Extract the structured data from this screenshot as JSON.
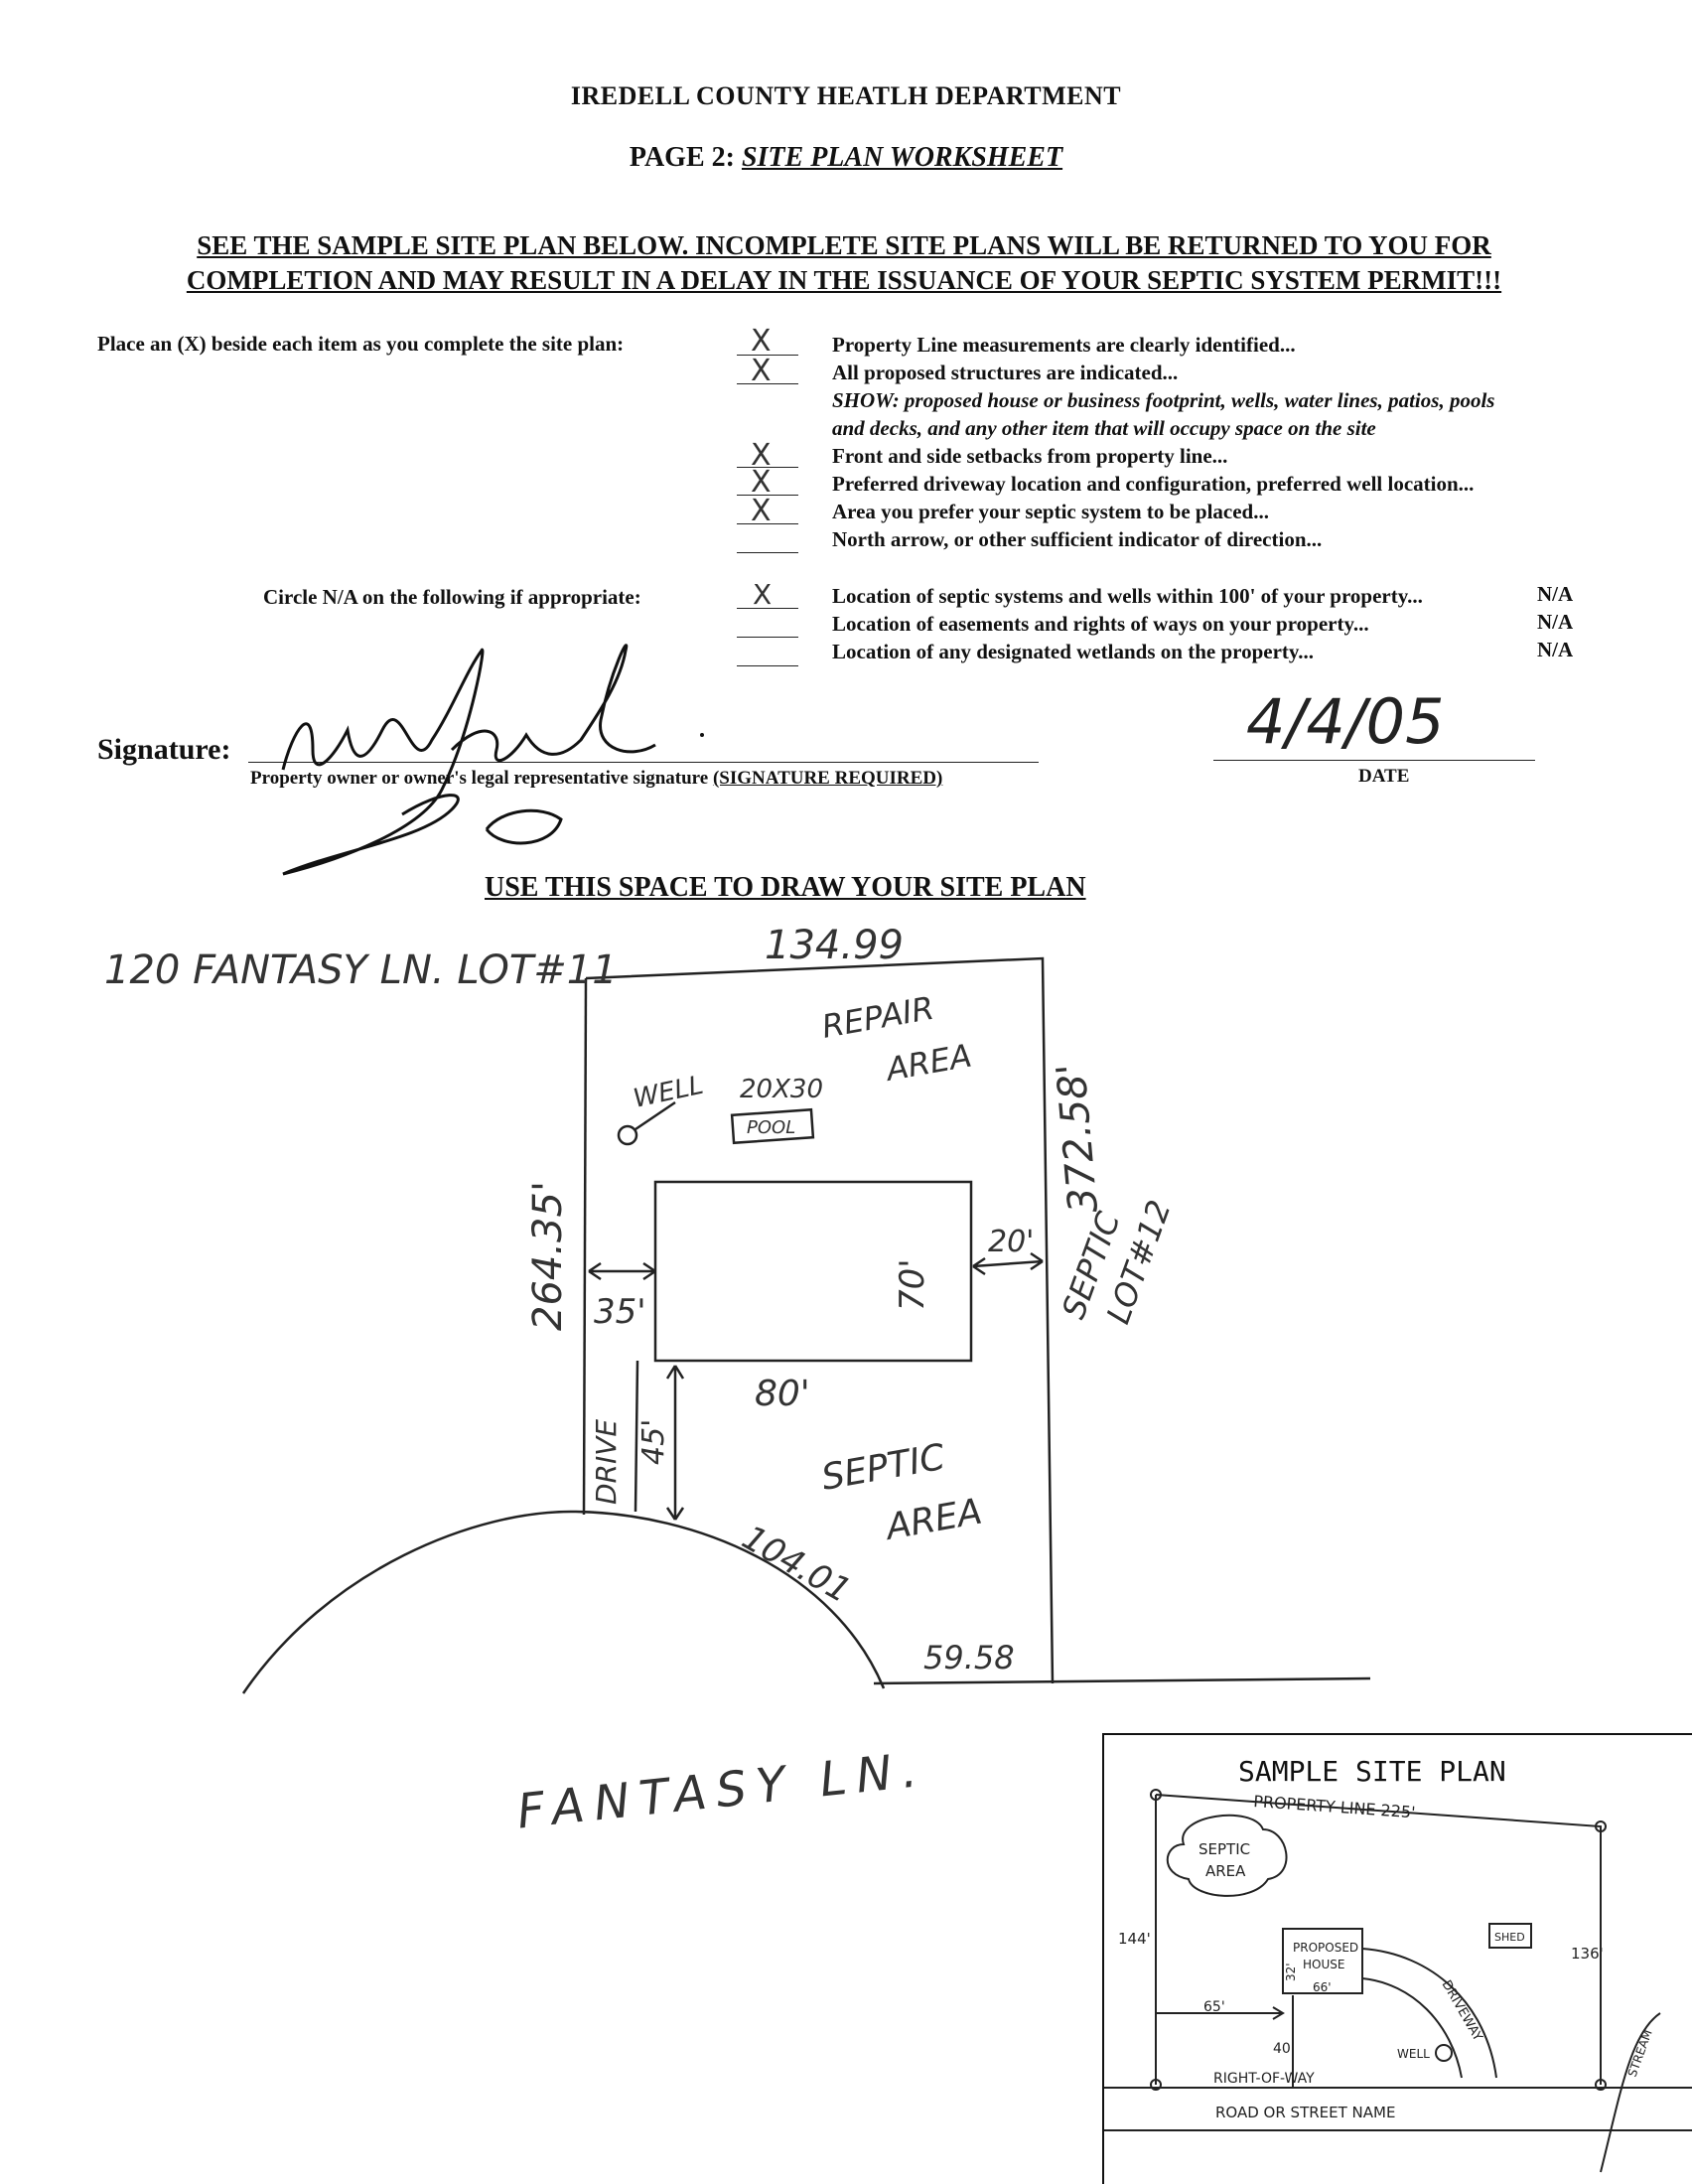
{
  "header": {
    "title": "IREDELL COUNTY HEATLH DEPARTMENT",
    "page_prefix": "PAGE 2:",
    "page_title": "SITE PLAN WORKSHEET",
    "warning_line1": "SEE THE SAMPLE SITE PLAN BELOW.  INCOMPLETE SITE PLANS WILL BE RETURNED TO YOU FOR",
    "warning_line2": "COMPLETION AND MAY RESULT IN A DELAY IN THE ISSUANCE OF YOUR SEPTIC SYSTEM PERMIT!!!"
  },
  "checklist": {
    "instruction": "Place an (X) beside each item as you complete the site plan:",
    "items": [
      {
        "text": "Property Line measurements are clearly identified...",
        "mark": "X"
      },
      {
        "text": "All proposed structures are indicated...",
        "mark": "X"
      },
      {
        "text": "SHOW: proposed house or business footprint, wells, water lines, patios, pools",
        "mark": ""
      },
      {
        "text": "and decks, and any other item that will occupy space on the site",
        "mark": ""
      },
      {
        "text": "Front and side setbacks from property line...",
        "mark": "X"
      },
      {
        "text": "Preferred driveway location and configuration, preferred well location...",
        "mark": "X"
      },
      {
        "text": "Area you prefer your septic system to be placed...",
        "mark": "X"
      },
      {
        "text": "North arrow, or other sufficient indicator of direction...",
        "mark": ""
      }
    ],
    "na_instruction": "Circle N/A on the following if appropriate:",
    "na_items": [
      {
        "text": "Location of septic systems and wells within 100' of your property...",
        "na": "N/A",
        "mark": "X"
      },
      {
        "text": "Location of easements and rights of ways on your property...",
        "na": "N/A",
        "mark": ""
      },
      {
        "text": "Location of any designated wetlands on the property...",
        "na": "N/A",
        "mark": ""
      }
    ]
  },
  "signature": {
    "label": "Signature:",
    "caption": "Property owner or owner's legal representative signature",
    "required": "(SIGNATURE REQUIRED)",
    "date_value": "4/4/05",
    "date_caption": "DATE"
  },
  "site_plan": {
    "heading": "USE THIS SPACE TO DRAW YOUR SITE PLAN",
    "address": "120 FANTASY LN. LOT#11",
    "top_dim": "134.99",
    "repair_1": "REPAIR",
    "repair_2": "AREA",
    "well": "WELL",
    "pool_size": "20X30",
    "pool": "POOL",
    "left_dim": "264.35'",
    "right_dim": "372.58'",
    "setback_left": "35'",
    "setback_right": "20'",
    "house_depth": "70'",
    "house_width": "80'",
    "front_setback": "45'",
    "drive": "DRIVE",
    "septic_1": "SEPTIC",
    "septic_2": "AREA",
    "neighbor_1": "SEPTIC",
    "neighbor_2": "LOT#12",
    "arc_dim": "104.01",
    "bottom_dim": "59.58",
    "street": "FANTASY LN."
  },
  "sample": {
    "title": "SAMPLE SITE PLAN",
    "property_line": "PROPERTY LINE 225'",
    "septic_1": "SEPTIC",
    "septic_2": "AREA",
    "shed": "SHED",
    "house_1": "PROPOSED",
    "house_2": "HOUSE",
    "left": "144'",
    "right": "136'",
    "setback": "65'",
    "house_w": "66'",
    "house_h": "32'",
    "front": "40'",
    "driveway": "DRIVEWAY",
    "well": "WELL",
    "row": "RIGHT-OF-WAY",
    "road": "ROAD OR STREET NAME",
    "stream": "STREAM"
  }
}
